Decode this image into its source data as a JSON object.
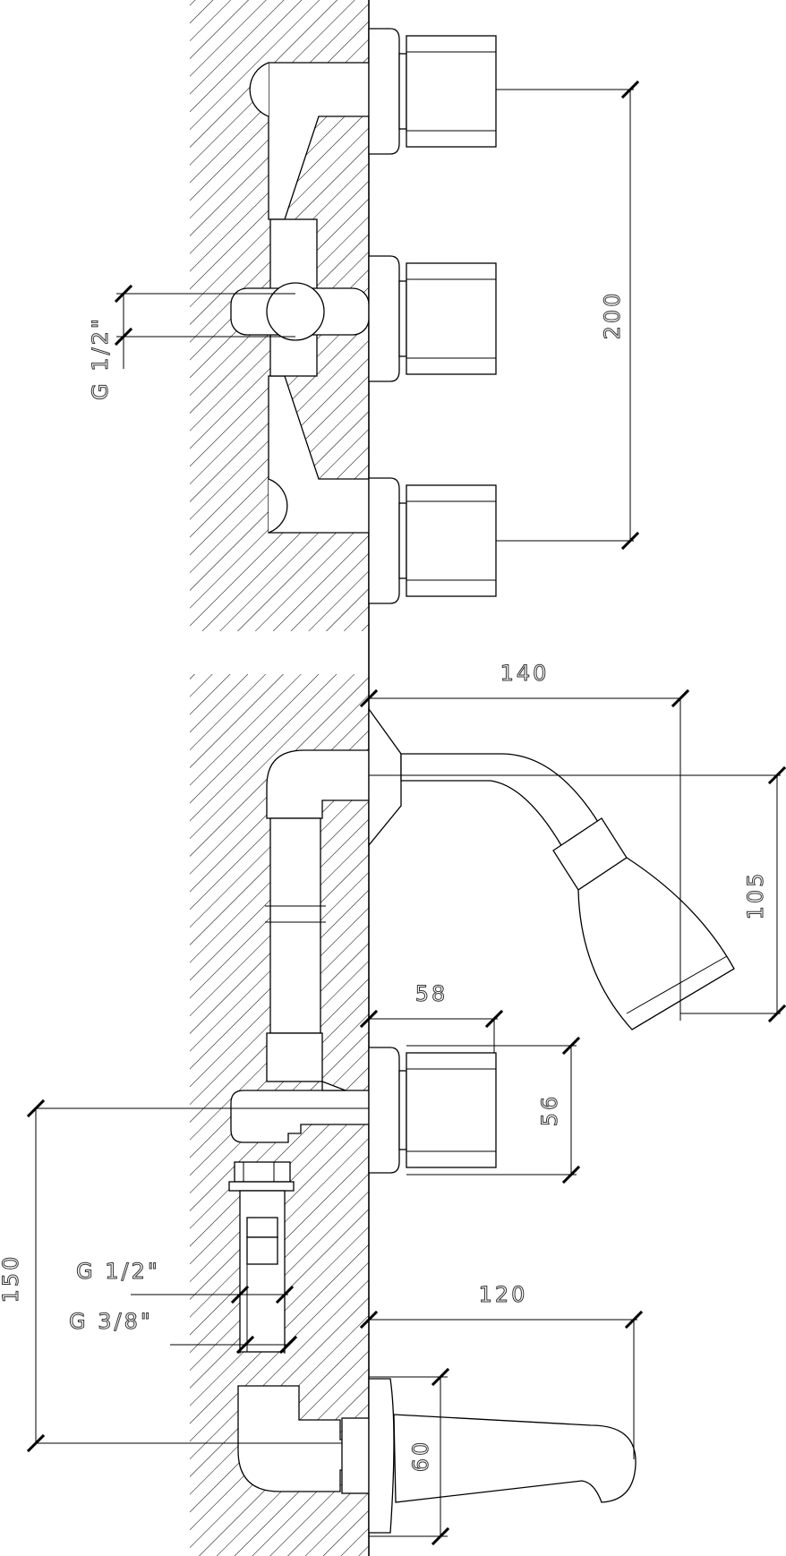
{
  "diagram": {
    "dimensions": {
      "top_mixer_spacing": "200",
      "top_inlet_thread": "G 1/2\"",
      "shower_arm_projection": "140",
      "shower_head_height": "105",
      "valve_body_projection": "58",
      "valve_body_height": "56",
      "lower_height": "150",
      "inlet_thread_half": "G 1/2\"",
      "inlet_thread_three_eighths": "G 3/8\"",
      "spout_projection": "120",
      "spout_flange_height": "60"
    },
    "colors": {
      "line": "#000000",
      "background": "#ffffff"
    }
  }
}
